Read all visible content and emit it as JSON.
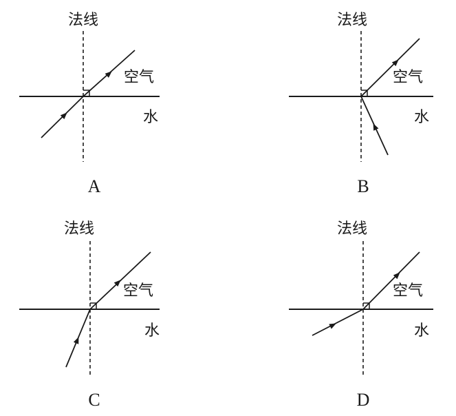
{
  "panels": [
    {
      "letter": "A",
      "normal_label": "法线",
      "air_label": "空气",
      "water_label": "水"
    },
    {
      "letter": "B",
      "normal_label": "法线",
      "air_label": "空气",
      "water_label": "水"
    },
    {
      "letter": "C",
      "normal_label": "法线",
      "air_label": "空气",
      "water_label": "水"
    },
    {
      "letter": "D",
      "normal_label": "法线",
      "air_label": "空气",
      "water_label": "水"
    }
  ],
  "colors": {
    "ink": "#1a1a1a",
    "background": "#ffffff"
  }
}
